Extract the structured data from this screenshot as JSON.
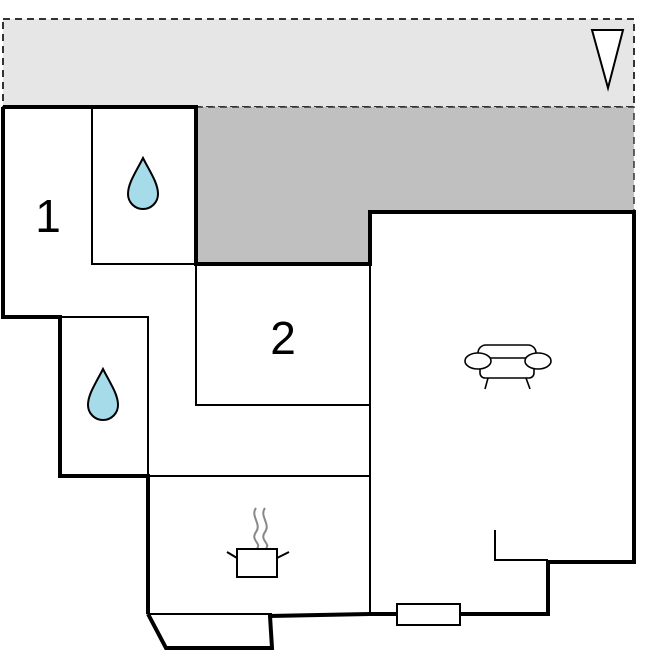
{
  "floorplan": {
    "rooms": [
      {
        "id": "bedroom-1",
        "label": "1"
      },
      {
        "id": "bedroom-2",
        "label": "2"
      }
    ],
    "icons": {
      "bathroom_upper": "water-drop-icon",
      "bathroom_lower": "water-drop-icon",
      "living": "sofa-icon",
      "kitchen": "cooking-pot-icon",
      "north": "north-arrow-icon"
    },
    "colors": {
      "terrace_fill": "#e6e6e6",
      "covered_area_fill": "#c0c0c0",
      "water_drop": "#a6dcea",
      "wall": "#000000",
      "steam": "#888888"
    }
  }
}
